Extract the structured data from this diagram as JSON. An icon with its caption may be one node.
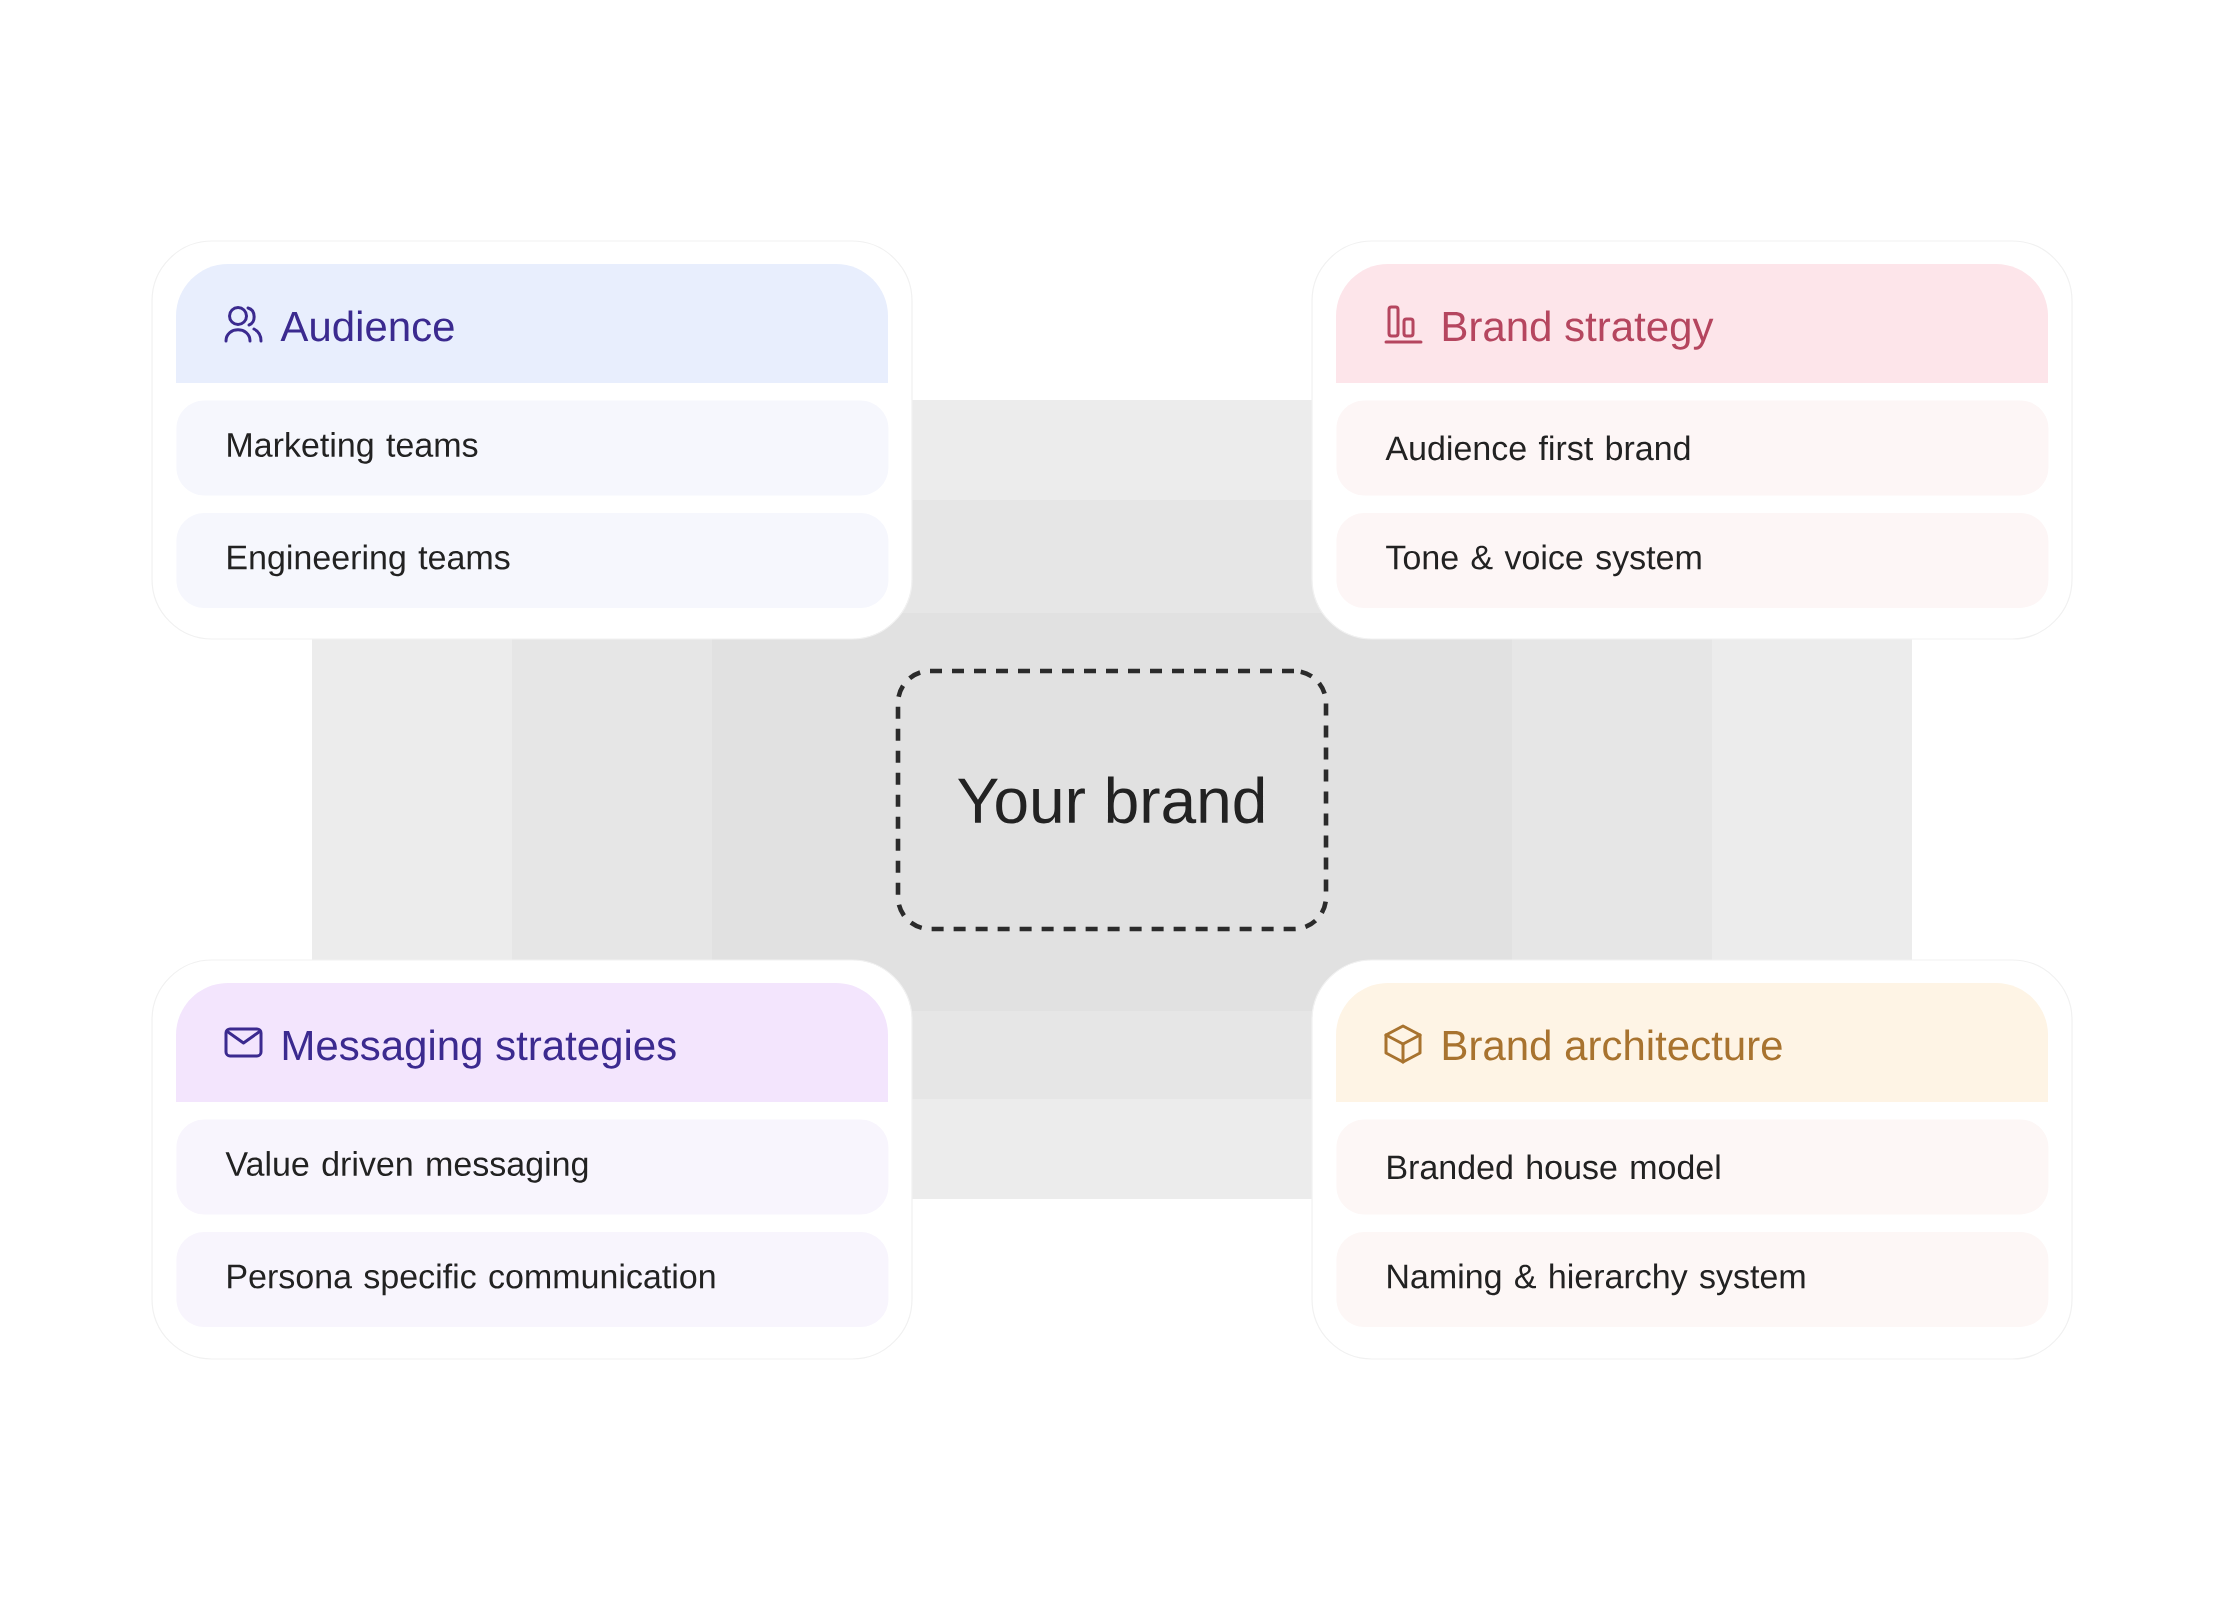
{
  "diagram": {
    "nodes": [
      {
        "text": [
          "Audience"
        ]
      },
      {
        "text": [
          "Marketing teams"
        ],
        "in": 0
      },
      {
        "text": [
          "Engineering teams"
        ],
        "in": 0
      },
      {
        "text": [
          "Brand strategy"
        ]
      },
      {
        "text": [
          "Audience first brand"
        ],
        "in": 3
      },
      {
        "text": [
          "Tone & voice system"
        ],
        "in": 3
      },
      {
        "text": [
          "Your brand"
        ]
      },
      {
        "text": [
          "Messaging strategies"
        ]
      },
      {
        "text": [
          "Value driven messaging"
        ],
        "in": 7
      },
      {
        "text": [
          "Persona specific communication"
        ],
        "in": 7
      },
      {
        "text": [
          "Brand architecture"
        ]
      },
      {
        "text": [
          "Branded house model"
        ],
        "in": 10
      },
      {
        "text": [
          "Naming & hierarchy system"
        ],
        "in": 10
      }
    ]
  }
}
